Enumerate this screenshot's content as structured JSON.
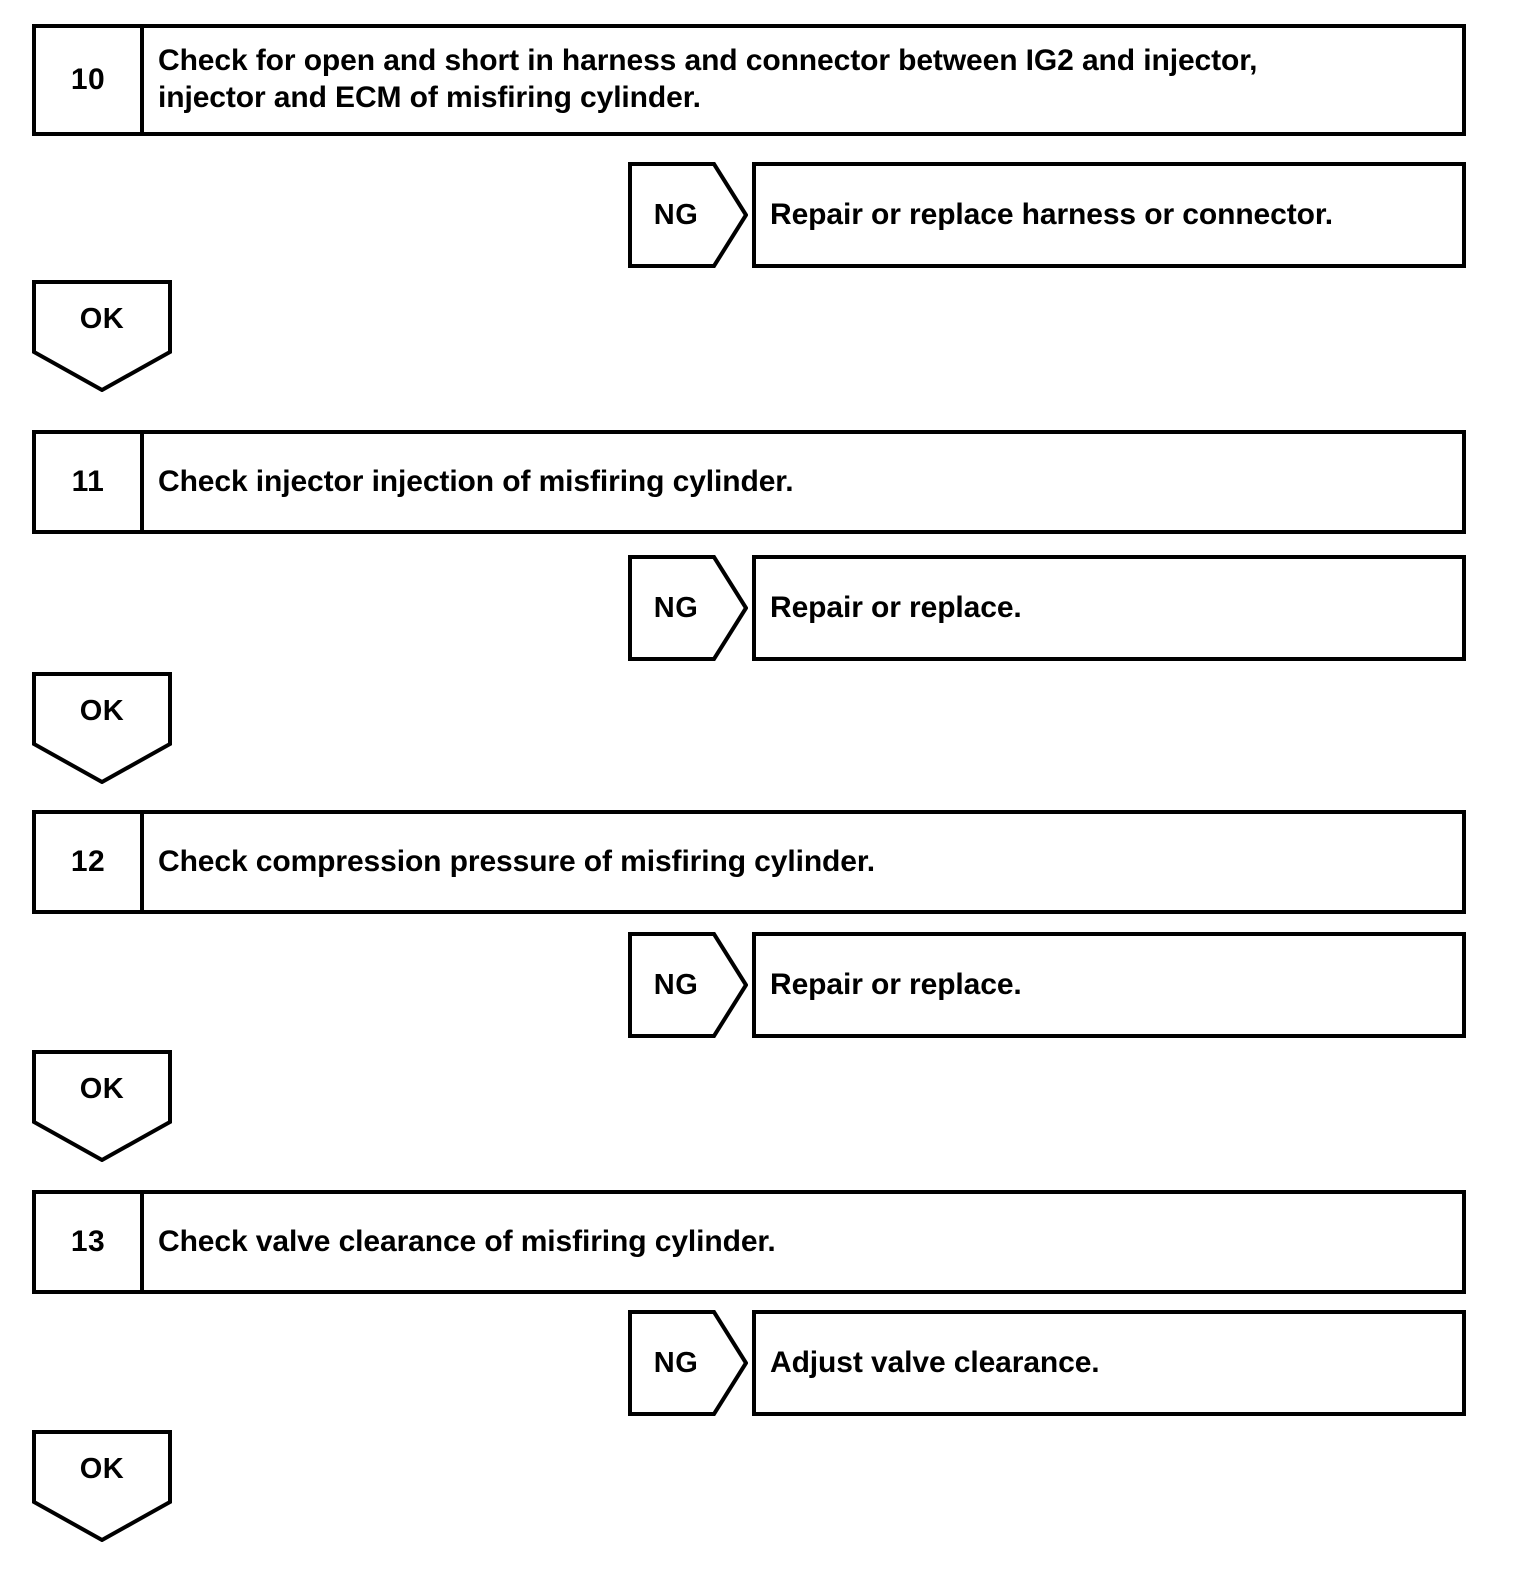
{
  "diagram": {
    "type": "troubleshooting-flowchart",
    "title": "",
    "steps": [
      {
        "number": "10",
        "text": "Check for open and short in harness and connector between IG2 and injector,\ninjector and ECM of misfiring cylinder.",
        "ng_label": "NG",
        "ng_action": "Repair or replace harness or connector.",
        "ok_label": "OK"
      },
      {
        "number": "11",
        "text": "Check injector injection of misfiring cylinder.",
        "ng_label": "NG",
        "ng_action": "Repair or replace.",
        "ok_label": "OK"
      },
      {
        "number": "12",
        "text": "Check compression pressure of misfiring cylinder.",
        "ng_label": "NG",
        "ng_action": "Repair or replace.",
        "ok_label": "OK"
      },
      {
        "number": "13",
        "text": "Check valve clearance of misfiring cylinder.",
        "ng_label": "NG",
        "ng_action": "Adjust valve clearance.",
        "ok_label": "OK"
      }
    ],
    "colors": {
      "line": "#000000",
      "background": "#ffffff",
      "text": "#000000"
    }
  }
}
